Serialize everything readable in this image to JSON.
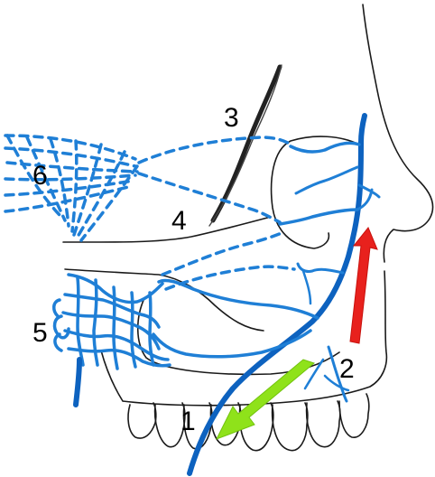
{
  "labels": [
    {
      "id": "1",
      "text": "1"
    },
    {
      "id": "2",
      "text": "2"
    },
    {
      "id": "3",
      "text": "3"
    },
    {
      "id": "4",
      "text": "4"
    },
    {
      "id": "5",
      "text": "5"
    },
    {
      "id": "6",
      "text": "6"
    }
  ],
  "colors": {
    "outline": "#1a1a1a",
    "vein": "#1f7fd6",
    "vein_dark": "#0d62bf",
    "arrow_up": "#e8211d",
    "arrow_down": "#8fe21a"
  },
  "icons": {
    "arrow_up": "red-upward-arrow",
    "arrow_down": "green-downward-arrow"
  }
}
